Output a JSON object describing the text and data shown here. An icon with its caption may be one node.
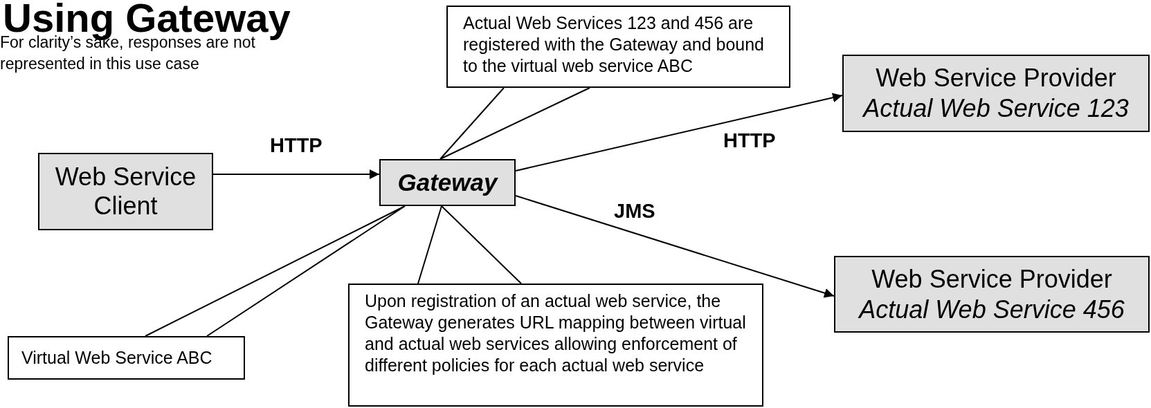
{
  "diagram": {
    "title": "Using Gateway",
    "nodes": [
      {
        "text": [
          "Actual Web Services 123 and 456 are registered with the Gateway and bound to the virtual web service ABC"
        ]
      },
      {
        "text": [
          "Web Service Client"
        ]
      },
      {
        "text": [
          "Gateway"
        ]
      },
      {
        "text": [
          "Web Service Provider",
          "Actual Web Service 123"
        ]
      },
      {
        "text": [
          "Web Service Provider",
          "Actual Web Service 456"
        ]
      },
      {
        "text": [
          "Virtual Web Service ABC"
        ]
      },
      {
        "text": [
          "Upon registration of an actual web service, the Gateway generates URL mapping between virtual and actual web services allowing enforcement of different policies for each actual web service"
        ]
      }
    ],
    "edges": [
      {
        "from": 1,
        "to": 2,
        "arrow": "to",
        "label": "HTTP"
      },
      {
        "from": 2,
        "to": 3,
        "arrow": "to",
        "label": "HTTP"
      },
      {
        "from": 2,
        "to": 4,
        "arrow": "to",
        "label": "JMS"
      },
      {
        "from": 0,
        "to": 2,
        "arrow": "none"
      },
      {
        "from": 5,
        "to": 2,
        "arrow": "none"
      },
      {
        "from": 6,
        "to": 2,
        "arrow": "none"
      }
    ],
    "labels": [
      "For clarity’s sake, responses are not represented in this use case"
    ]
  }
}
